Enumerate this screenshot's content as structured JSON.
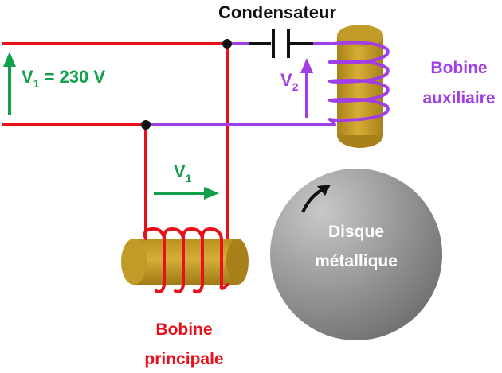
{
  "labels": {
    "capacitor": "Condensateur",
    "supply_voltage_symbol": "V",
    "supply_voltage_sub": "1",
    "supply_voltage_value": " = 230 V",
    "aux_voltage_symbol": "V",
    "aux_voltage_sub": "2",
    "main_voltage_symbol": "V",
    "main_voltage_sub": "1",
    "aux_coil_line1": "Bobine",
    "aux_coil_line2": "auxiliaire",
    "main_coil_line1": "Bobine",
    "main_coil_line2": "principale",
    "disc_line1": "Disque",
    "disc_line2": "métallique"
  },
  "colors": {
    "main_wire": "#e8101a",
    "aux_wire": "#a13ee6",
    "voltage_arrow": "#12a04a",
    "capacitor": "#111111",
    "core_body": "#c9a02a",
    "core_shadow": "#a8811a",
    "disc_light": "#c8c8c8",
    "disc_dark": "#6e6e6e",
    "disc_text": "#ffffff",
    "capacitor_text": "#111111"
  }
}
